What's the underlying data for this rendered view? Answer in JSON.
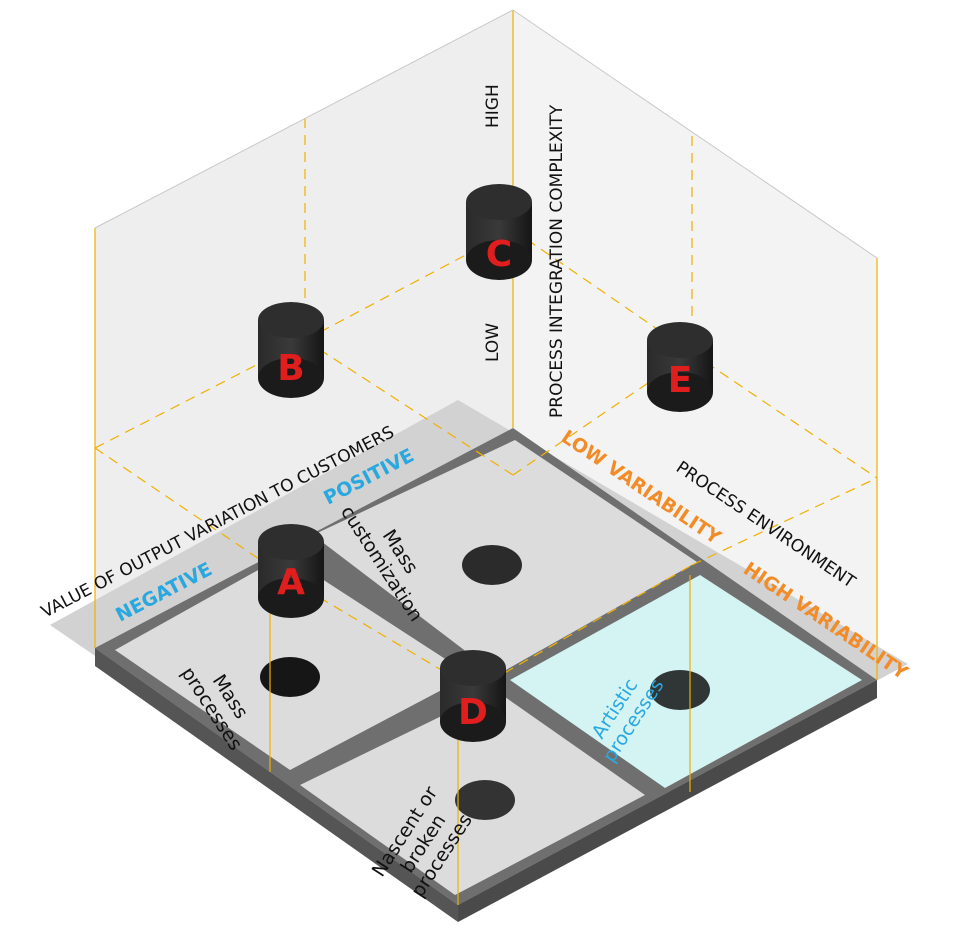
{
  "axes": {
    "vertical": {
      "title": "PROCESS INTEGRATION COMPLEXITY",
      "high": "HIGH",
      "low": "LOW"
    },
    "left": {
      "title": "VALUE OF OUTPUT VARIATION TO CUSTOMERS",
      "negative": "NEGATIVE",
      "positive": "POSITIVE"
    },
    "right": {
      "title": "PROCESS ENVIRONMENT",
      "low": "LOW VARIABILITY",
      "high": "HIGH VARIABILITY"
    }
  },
  "quadrants": {
    "mass_customization": [
      "Mass",
      "customization"
    ],
    "mass_processes": [
      "Mass",
      "processes"
    ],
    "artistic_processes": [
      "Artistic",
      "processes"
    ],
    "nascent": [
      "Nascent or",
      "broken",
      "processes"
    ]
  },
  "cylinders": [
    "A",
    "B",
    "C",
    "D",
    "E"
  ],
  "colors": {
    "label_red": "#e01e1e",
    "blue_accent": "#29a8e0",
    "orange_accent": "#f28c28",
    "artistic_fill": "#d4f3f3",
    "guide_line": "#f0b000"
  }
}
